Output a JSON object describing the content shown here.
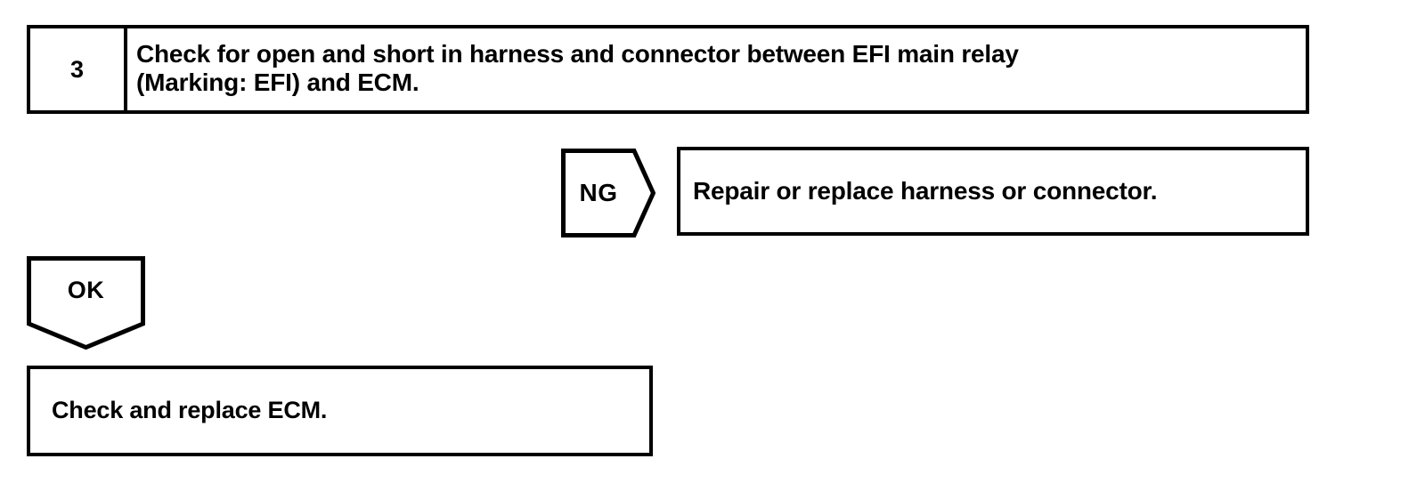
{
  "diagram": {
    "type": "troubleshooting-flowchart",
    "stroke_color": "#000000",
    "background_color": "#ffffff"
  },
  "step": {
    "number": "3",
    "instruction": "Check for open and short in harness and connector between EFI main relay\n(Marking: EFI) and ECM."
  },
  "branches": {
    "ng": {
      "label": "NG",
      "result_text": "Repair or replace harness or connector."
    },
    "ok": {
      "label": "OK",
      "result_text": "Check and replace ECM."
    }
  }
}
